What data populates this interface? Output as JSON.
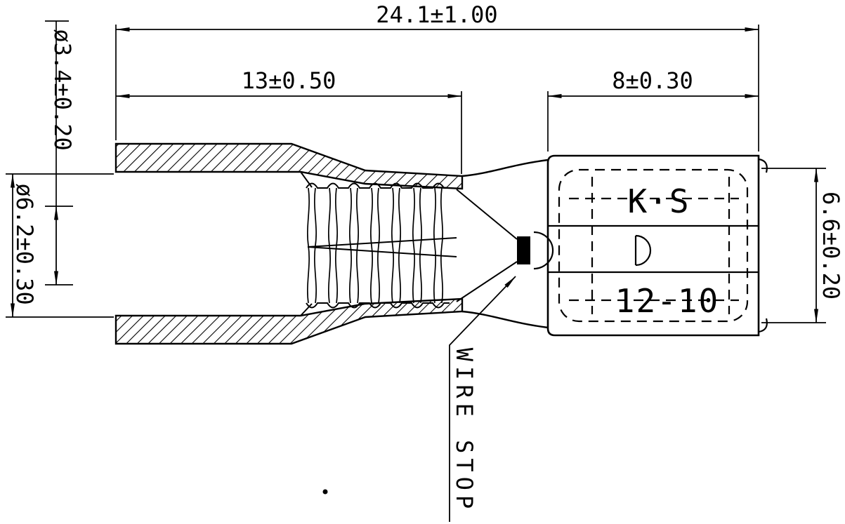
{
  "colors": {
    "line": "#000000",
    "background": "#ffffff"
  },
  "dimensions": {
    "overall_length": "24.1±1.00",
    "insulation_length": "13±0.50",
    "receptacle_length": "8±0.30",
    "inner_diameter": "ø3.4±0.20",
    "bore_diameter": "ø6.2±0.30",
    "receptacle_height": "6.6±0.20"
  },
  "annotations": {
    "wire_stop": "WIRE STOP"
  },
  "markings": {
    "brand": "K·S",
    "wire_gauge": "12-10"
  }
}
